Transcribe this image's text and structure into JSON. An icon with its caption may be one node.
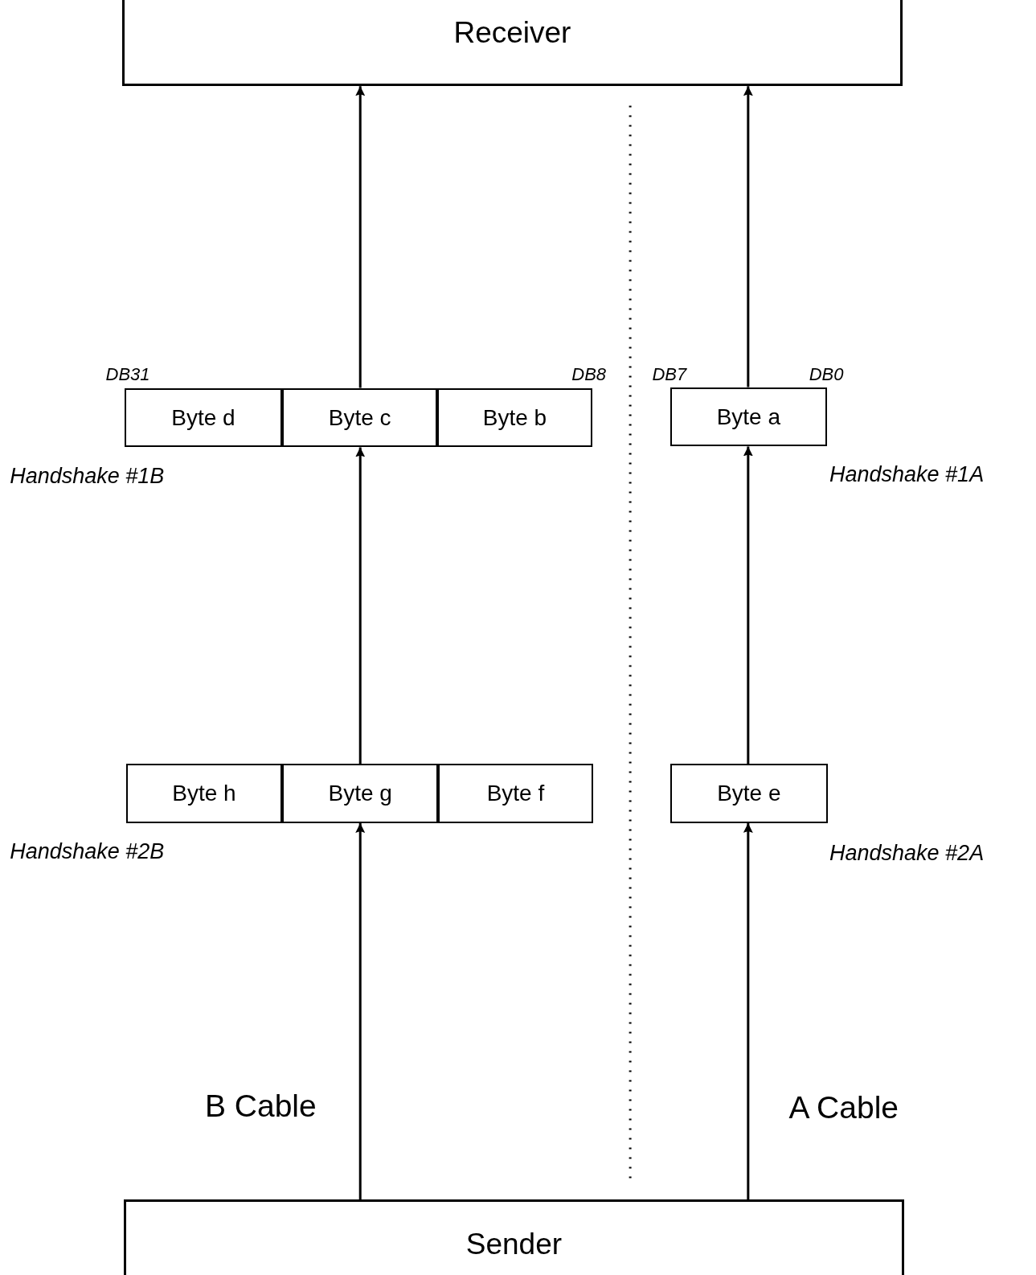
{
  "diagram": {
    "nodes": [
      {
        "text": [
          "Receiver"
        ]
      },
      {
        "text": [
          "Byte d"
        ]
      },
      {
        "text": [
          "Byte c"
        ]
      },
      {
        "text": [
          "Byte b"
        ]
      },
      {
        "text": [
          "Byte a"
        ]
      },
      {
        "text": [
          "Byte h"
        ]
      },
      {
        "text": [
          "Byte g"
        ]
      },
      {
        "text": [
          "Byte f"
        ]
      },
      {
        "text": [
          "Byte e"
        ]
      },
      {
        "text": [
          "Sender"
        ]
      }
    ],
    "edges": [
      {
        "from": 9,
        "to": 6,
        "arrow": "to"
      },
      {
        "from": 6,
        "to": 2,
        "arrow": "to"
      },
      {
        "from": 2,
        "to": 0,
        "arrow": "to"
      },
      {
        "from": 9,
        "to": 8,
        "arrow": "to"
      },
      {
        "from": 8,
        "to": 4,
        "arrow": "to"
      },
      {
        "from": 4,
        "to": 0,
        "arrow": "to"
      }
    ],
    "labels": [
      "DB31",
      "DB8",
      "DB7",
      "DB0",
      "Handshake #1B",
      "Handshake #1A",
      "Handshake #2B",
      "Handshake #2A",
      "B Cable",
      "A Cable"
    ]
  }
}
